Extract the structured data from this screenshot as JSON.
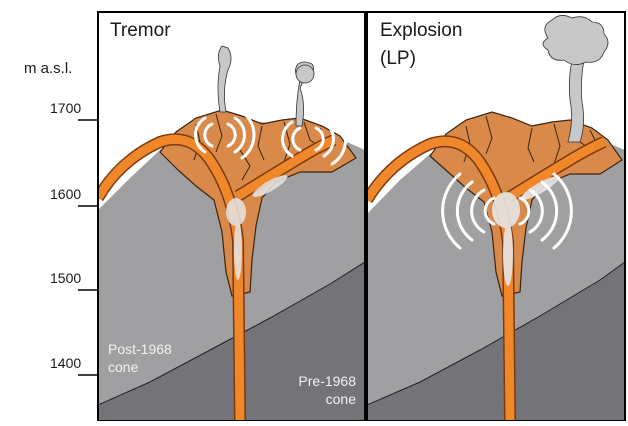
{
  "axis": {
    "label": "m a.s.l.",
    "ticks": [
      "1700",
      "1600",
      "1500",
      "1400"
    ]
  },
  "panels": [
    {
      "title": "Tremor"
    },
    {
      "title_line1": "Explosion",
      "title_line2": "(LP)"
    }
  ],
  "cones": {
    "post_line1": "Post-1968",
    "post_line2": "cone",
    "pre_line1": "Pre-1968",
    "pre_line2": "cone"
  },
  "colors": {
    "magma": "#f0872a",
    "crater_rock": "#d9894a",
    "post_1968_cone": "#a0a0a3",
    "pre_1968_cone": "#737378",
    "gas": "#c8c8c8",
    "seismic_waves": "#ffffff"
  },
  "icons": [
    "seismic-wave-icon",
    "gas-plume-icon"
  ]
}
